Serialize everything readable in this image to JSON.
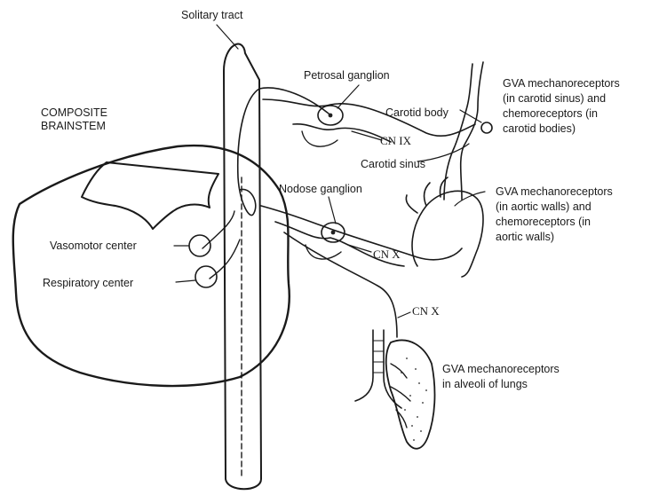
{
  "labels": {
    "solitary_tract": "Solitary tract",
    "composite_line1": "COMPOSITE",
    "composite_line2": "BRAINSTEM",
    "petrosal_ganglion": "Petrosal ganglion",
    "carotid_body": "Carotid body",
    "cn_ix": "CN IX",
    "carotid_sinus": "Carotid sinus",
    "nodose_ganglion": "Nodose ganglion",
    "cn_x_upper": "CN X",
    "cn_x_lower": "CN X",
    "vasomotor_center": "Vasomotor center",
    "respiratory_center": "Respiratory center",
    "gva_carotid": [
      "GVA mechanoreceptors",
      "(in carotid sinus) and",
      "chemoreceptors (in",
      "carotid bodies)"
    ],
    "gva_aortic": [
      "GVA mechanoreceptors",
      "(in aortic walls) and",
      "chemoreceptors (in",
      "aortic walls)"
    ],
    "gva_lungs": [
      "GVA mechanoreceptors",
      "in alveoli of lungs"
    ]
  },
  "colors": {
    "ink": "#1a1a1a",
    "background": "#ffffff"
  }
}
